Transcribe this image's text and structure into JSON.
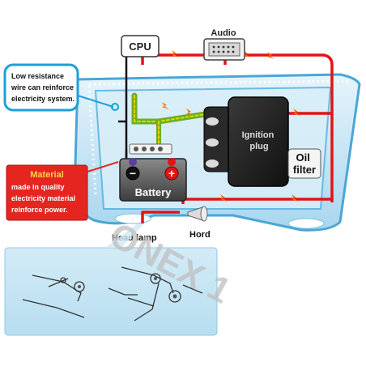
{
  "diagram": {
    "cpu_label": "CPU",
    "audio_label": "Audio",
    "callout_blue": {
      "lines": [
        "Low resistance",
        "wire can reinforce",
        "electricity system."
      ]
    },
    "callout_red": {
      "title": "Material",
      "lines": [
        "made in quality",
        "electricity material",
        "reinforce power."
      ]
    },
    "battery_label": "Battery",
    "battery_minus": "−",
    "battery_plus": "+",
    "ignition_lines": [
      "Ignition",
      "plug"
    ],
    "oil_lines": [
      "Oil",
      "filter"
    ],
    "headlamp_label": "Head lamp",
    "horn_label": "Hord",
    "watermark": "ONEX 1"
  },
  "colors": {
    "wire_red": "#e01515",
    "wire_black": "#111111",
    "wire_green": "#6ab023",
    "wire_yellow": "#e8d000",
    "car_fill": "#c9e6f5",
    "car_stroke": "#4aa6d6",
    "callout_blue": "#1e9fd8",
    "callout_red_bg": "#e52620",
    "spark": "#ff6a00"
  }
}
